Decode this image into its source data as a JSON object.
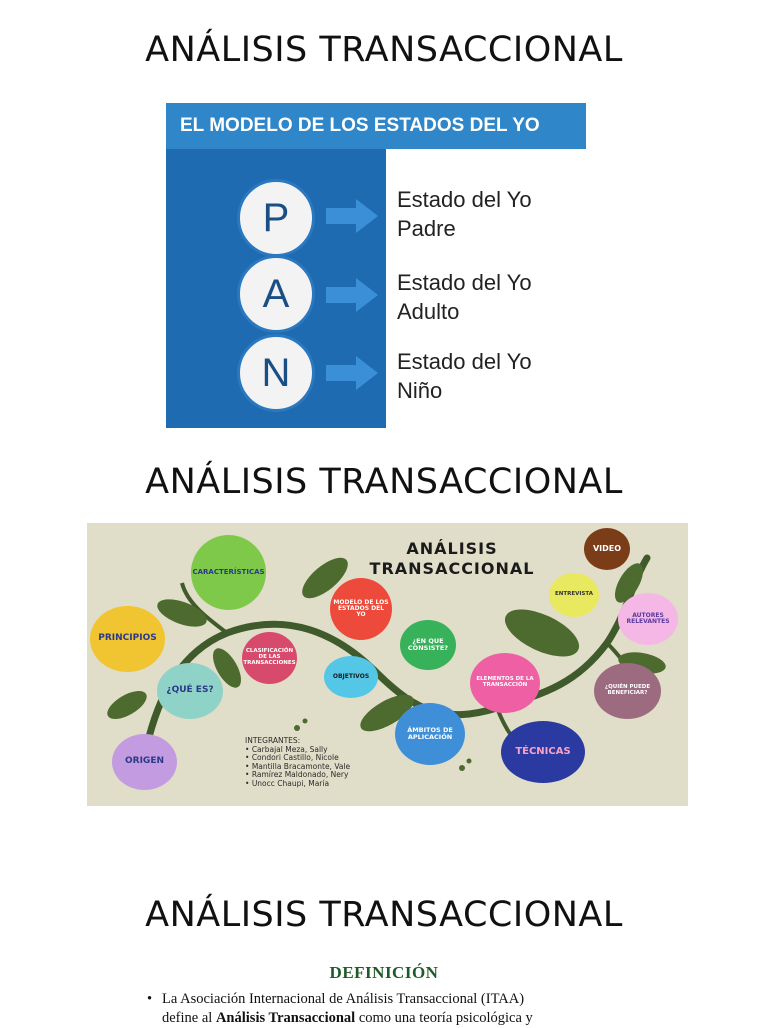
{
  "slides": [
    {
      "title": "ANÁLISIS TRANSACCIONAL"
    },
    {
      "title": "ANÁLISIS TRANSACCIONAL"
    },
    {
      "title": "ANÁLISIS TRANSACCIONAL"
    }
  ],
  "model": {
    "header": "EL MODELO DE LOS ESTADOS DEL YO",
    "states": [
      {
        "letter": "P",
        "line1": "Estado del Yo",
        "line2": "Padre"
      },
      {
        "letter": "A",
        "line1": "Estado del Yo",
        "line2": "Adulto"
      },
      {
        "letter": "N",
        "line1": "Estado del Yo",
        "line2": "Niño"
      }
    ]
  },
  "mindmap": {
    "title_line1": "ANÁLISIS",
    "title_line2": "TRANSACCIONAL",
    "nodes": {
      "caracteristicas": "CARACTERÍSTICAS",
      "principios": "PRINCIPIOS",
      "que_es": "¿QUÉ ES?",
      "origen": "ORIGEN",
      "clasificacion": "CLASIFICACIÓN DE LAS TRANSACCIONES",
      "modelo": "MODELO DE LOS ESTADOS DEL YO",
      "objetivos": "OBJETIVOS",
      "en_que_consiste": "¿EN QUE CONSISTE?",
      "elementos": "ELEMENTOS DE LA TRANSACCIÓN",
      "ambitos": "ÁMBITOS DE APLICACIÓN",
      "tecnicas": "TÉCNICAS",
      "entrevista": "ENTREVISTA",
      "video": "VIDEO",
      "autores": "AUTORES RELEVANTES",
      "quien": "¿QUIÉN PUEDE BENEFICIAR?"
    },
    "members_label": "INTEGRANTES:",
    "members": [
      "Carbajal Meza, Sally",
      "Condori Castillo, Nicole",
      "Mantilla Bracamonte, Vale",
      "Ramírez Maldonado, Nery",
      "Unocc Chaupi, María"
    ]
  },
  "definition": {
    "heading": "DEFINICIÓN",
    "line1": "La Asociación Internacional de Análisis Transaccional (ITAA)",
    "line2_pre": "define al ",
    "line2_bold": "Análisis Transaccional",
    "line2_post": " como una teoría psicológica y"
  },
  "colors": {
    "header_blue": "#2f86c8",
    "panel_blue": "#1e6bb1",
    "mindmap_bg": "#e0ddc8",
    "definition_green": "#1f5a2a"
  }
}
